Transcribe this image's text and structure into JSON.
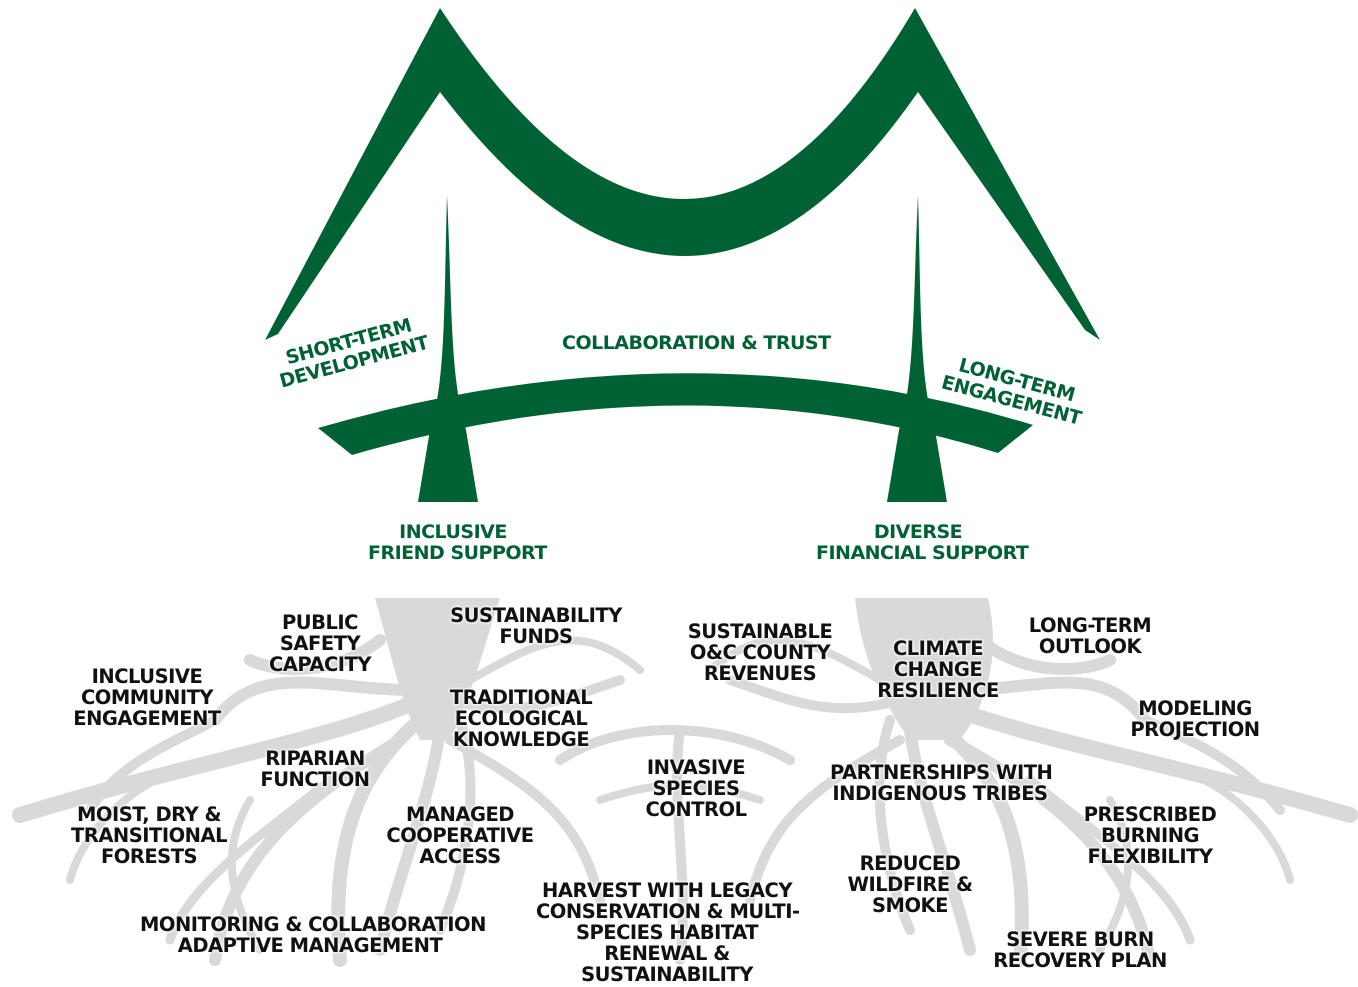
{
  "colors": {
    "bridge": "#006234",
    "roots": "#d9d9d9",
    "text": "#111111"
  },
  "bridge": {
    "deck_label": "COLLABORATION & TRUST",
    "left_end_label": [
      "SHORT-TERM",
      "DEVELOPMENT"
    ],
    "right_end_label": [
      "LONG-TERM",
      "ENGAGEMENT"
    ],
    "left_tower_label": [
      "INCLUSIVE",
      "FRIEND SUPPORT"
    ],
    "right_tower_label": [
      "DIVERSE",
      "FINANCIAL SUPPORT"
    ]
  },
  "roots": {
    "items": [
      {
        "id": "public-safety",
        "lines": [
          "PUBLIC",
          "SAFETY",
          "CAPACITY"
        ]
      },
      {
        "id": "sustainability-funds",
        "lines": [
          "SUSTAINABILITY",
          "FUNDS"
        ]
      },
      {
        "id": "sustainable-oc-county",
        "lines": [
          "SUSTAINABLE",
          "O&C COUNTY",
          "REVENUES"
        ]
      },
      {
        "id": "climate-change",
        "lines": [
          "CLIMATE",
          "CHANGE",
          "RESILIENCE"
        ]
      },
      {
        "id": "long-term-outlook",
        "lines": [
          "LONG-TERM",
          "OUTLOOK"
        ]
      },
      {
        "id": "inclusive-community",
        "lines": [
          "INCLUSIVE",
          "COMMUNITY",
          "ENGAGEMENT"
        ]
      },
      {
        "id": "traditional-ecological",
        "lines": [
          "TRADITIONAL",
          "ECOLOGICAL",
          "KNOWLEDGE"
        ]
      },
      {
        "id": "modeling-projection",
        "lines": [
          "MODELING",
          "PROJECTION"
        ]
      },
      {
        "id": "riparian-function",
        "lines": [
          "RIPARIAN",
          "FUNCTION"
        ]
      },
      {
        "id": "invasive-species",
        "lines": [
          "INVASIVE",
          "SPECIES",
          "CONTROL"
        ]
      },
      {
        "id": "partnerships-tribes",
        "lines": [
          "PARTNERSHIPS WITH",
          "INDIGENOUS TRIBES"
        ]
      },
      {
        "id": "moist-dry-forests",
        "lines": [
          "MOIST, DRY &",
          "TRANSITIONAL",
          "FORESTS"
        ]
      },
      {
        "id": "managed-access",
        "lines": [
          "MANAGED",
          "COOPERATIVE",
          "ACCESS"
        ]
      },
      {
        "id": "prescribed-burning",
        "lines": [
          "PRESCRIBED",
          "BURNING",
          "FLEXIBILITY"
        ]
      },
      {
        "id": "reduced-wildfire",
        "lines": [
          "REDUCED",
          "WILDFIRE &",
          "SMOKE"
        ]
      },
      {
        "id": "harvest-legacy",
        "lines": [
          "HARVEST WITH LEGACY",
          "CONSERVATION & MULTI-",
          "SPECIES HABITAT",
          "RENEWAL &",
          "SUSTAINABILITY"
        ]
      },
      {
        "id": "monitoring-adaptive",
        "lines": [
          "MONITORING & COLLABORATION",
          "ADAPTIVE MANAGEMENT"
        ]
      },
      {
        "id": "severe-burn",
        "lines": [
          "SEVERE BURN",
          "RECOVERY PLAN"
        ]
      }
    ]
  }
}
